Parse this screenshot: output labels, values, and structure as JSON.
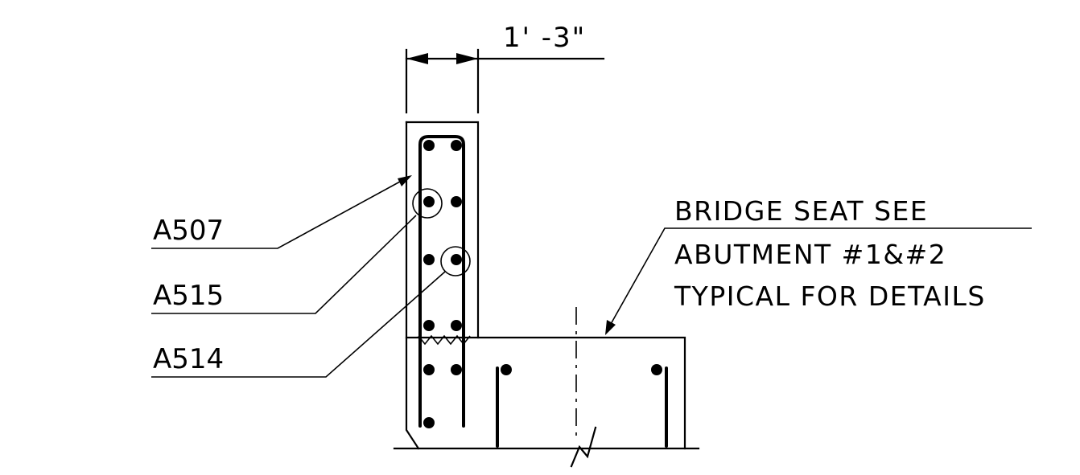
{
  "dimension": {
    "text": "1' -3\""
  },
  "labels": {
    "a507": "A507",
    "a515": "A515",
    "a514": "A514"
  },
  "note": {
    "line1": "BRIDGE SEAT SEE",
    "line2": "ABUTMENT #1&#2",
    "line3": "TYPICAL FOR DETAILS"
  },
  "colors": {
    "ink": "#000000",
    "background": "#ffffff"
  }
}
